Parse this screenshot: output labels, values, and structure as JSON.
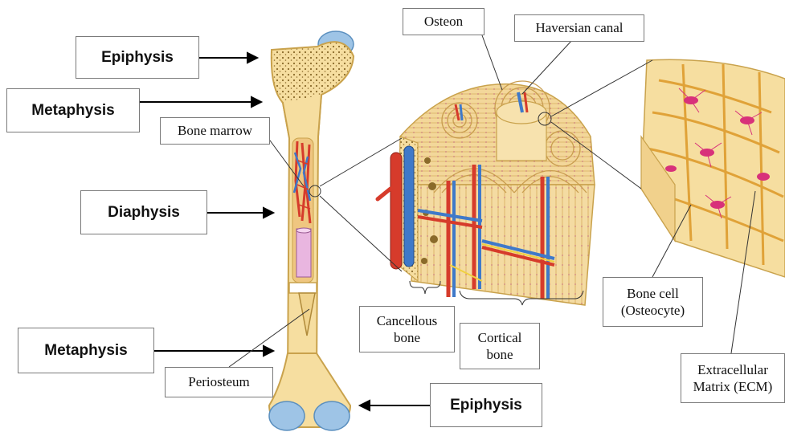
{
  "labels": {
    "epiphysis_top": "Epiphysis",
    "metaphysis_top": "Metaphysis",
    "bone_marrow": "Bone marrow",
    "diaphysis": "Diaphysis",
    "metaphysis_bottom": "Metaphysis",
    "periosteum": "Periosteum",
    "epiphysis_bottom": "Epiphysis",
    "osteon": "Osteon",
    "haversian_canal": "Haversian canal",
    "cancellous_bone": [
      "Cancellous",
      "bone"
    ],
    "cortical_bone": [
      "Cortical",
      "bone"
    ],
    "bone_cell": [
      "Bone cell",
      "(Osteocyte)"
    ],
    "ecm": [
      "Extracellular",
      "Matrix (ECM)"
    ]
  },
  "colors": {
    "bone_fill": "#f6dea0",
    "bone_edge": "#c9a24c",
    "spongy_dots": "#8a6a2a",
    "cartilage": "#9ec4e6",
    "artery": "#d63b2b",
    "vein": "#3f79c9",
    "nerve": "#f0d040",
    "osteocyte": "#d8317a",
    "marrow_pink": "#e9b6e0"
  }
}
